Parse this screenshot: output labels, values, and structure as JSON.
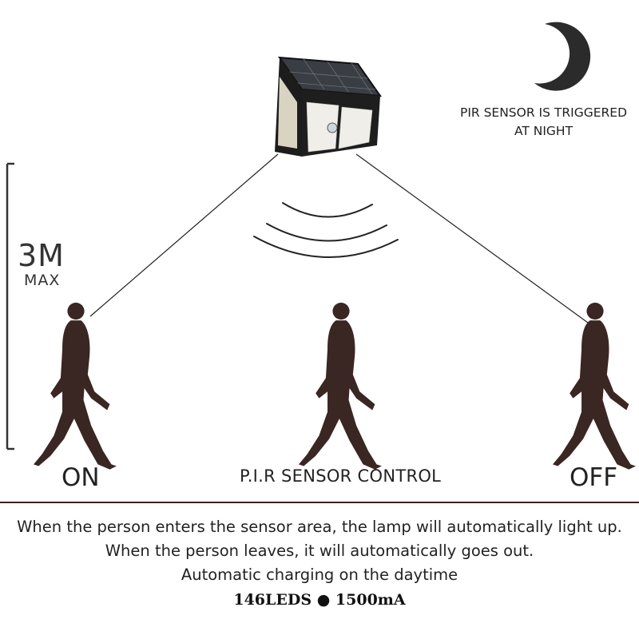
{
  "labels": {
    "height_value": "3M",
    "height_unit": "MAX",
    "pir_note_line1": "PIR SENSOR IS TRIGGERED",
    "pir_note_line2": "AT NIGHT",
    "state_on": "ON",
    "state_off": "OFF",
    "control_label": "P.I.R SENSOR CONTROL"
  },
  "description": {
    "line1": "When the person enters the sensor area, the lamp will automatically light up.",
    "line2": "When the person leaves, it will automatically goes out.",
    "line3": "Automatic charging on the daytime"
  },
  "specs": {
    "leds": "146LEDS",
    "separator": "●",
    "battery": "1500mA"
  },
  "colors": {
    "divider": "#3b2320",
    "silhouette": "#3a2622",
    "moon": "#2b2b2b"
  },
  "icons": [
    "crescent-moon-icon",
    "solar-lamp-icon",
    "walking-person-icon",
    "sensor-wave-icon"
  ]
}
